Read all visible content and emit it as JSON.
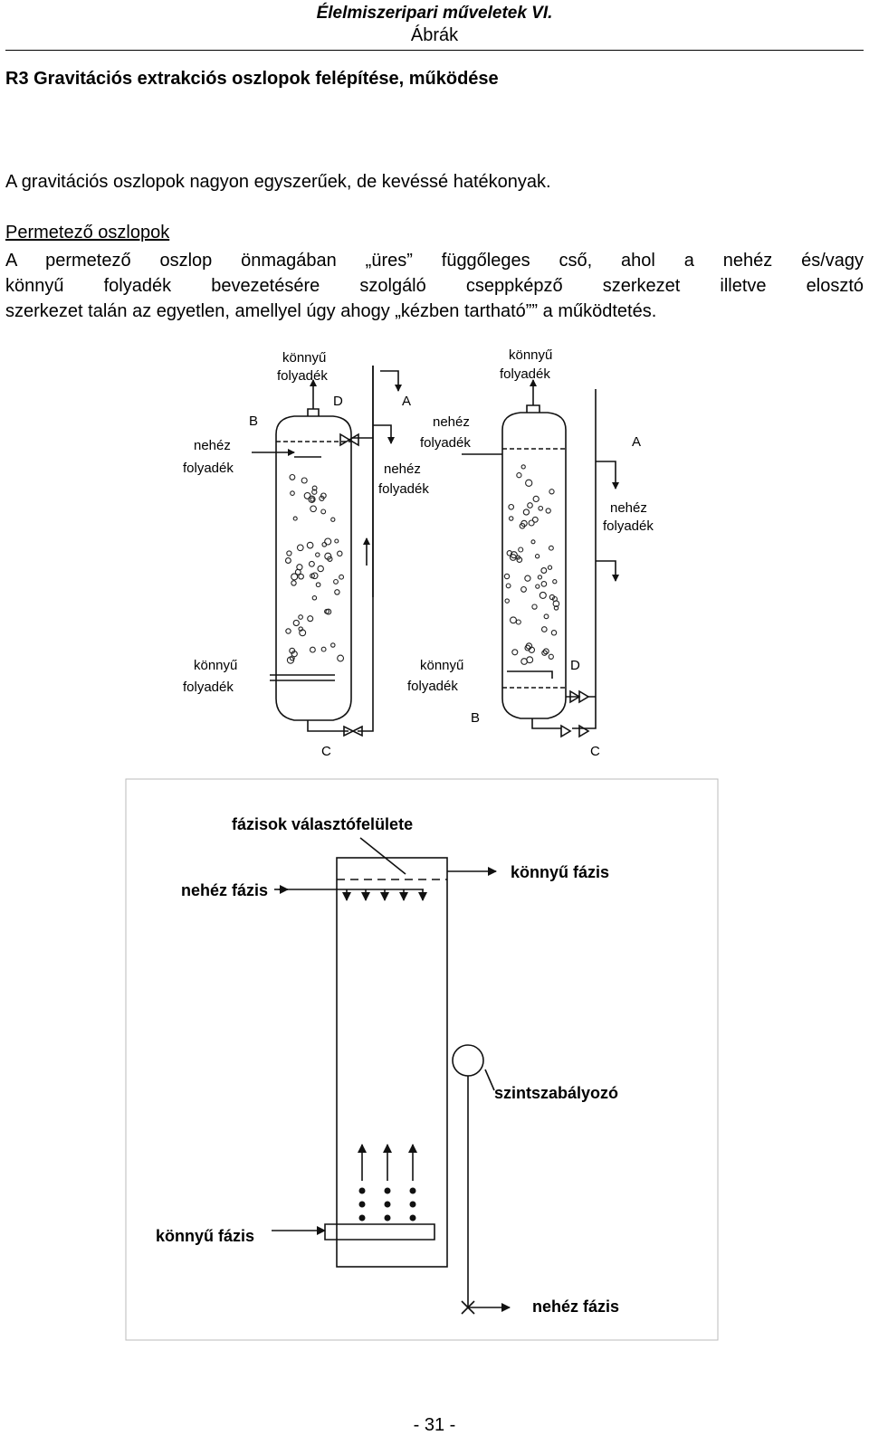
{
  "header": {
    "title": "Élelmiszeripari műveletek VI.",
    "subtitle": "Ábrák"
  },
  "section": {
    "title": "R3 Gravitációs extrakciós oszlopok felépítése, működése",
    "intro": "A gravitációs oszlopok nagyon egyszerűek, de kevéssé hatékonyak.",
    "subheading": "Permetező oszlopok",
    "paragraph_lines": [
      "A permetező oszlop önmagában „üres” függőleges cső, ahol a nehéz és/vagy",
      "könnyű folyadék bevezetésére szolgáló cseppképző szerkezet illetve elosztó",
      "szerkezet talán az egyetlen, amellyel úgy ahogy „kézben tartható”” a működtetés."
    ]
  },
  "figure1": {
    "left": {
      "light_out": [
        "könnyű",
        "folyadék"
      ],
      "heavy_in": [
        "nehéz",
        "folyadék"
      ],
      "heavy_out": [
        "nehéz",
        "folyadék"
      ],
      "light_in": [
        "könnyű",
        "folyadék"
      ],
      "label_A": "A",
      "label_B": "B",
      "label_C": "C",
      "label_D": "D"
    },
    "right": {
      "light_out": [
        "könnyű",
        "folyadék"
      ],
      "heavy_in": [
        "nehéz",
        "folyadék"
      ],
      "heavy_out": [
        "nehéz",
        "folyadék"
      ],
      "light_in": [
        "könnyű",
        "folyadék"
      ],
      "label_A": "A",
      "label_B": "B",
      "label_C": "C",
      "label_D": "D"
    }
  },
  "figure2": {
    "interface": "fázisok választófelülete",
    "heavy_in": "nehéz fázis",
    "light_out": "könnyű fázis",
    "level_controller": "szintszabályozó",
    "light_in": "könnyű fázis",
    "heavy_out": "nehéz fázis"
  },
  "footer": {
    "page_number": "- 31 -"
  }
}
